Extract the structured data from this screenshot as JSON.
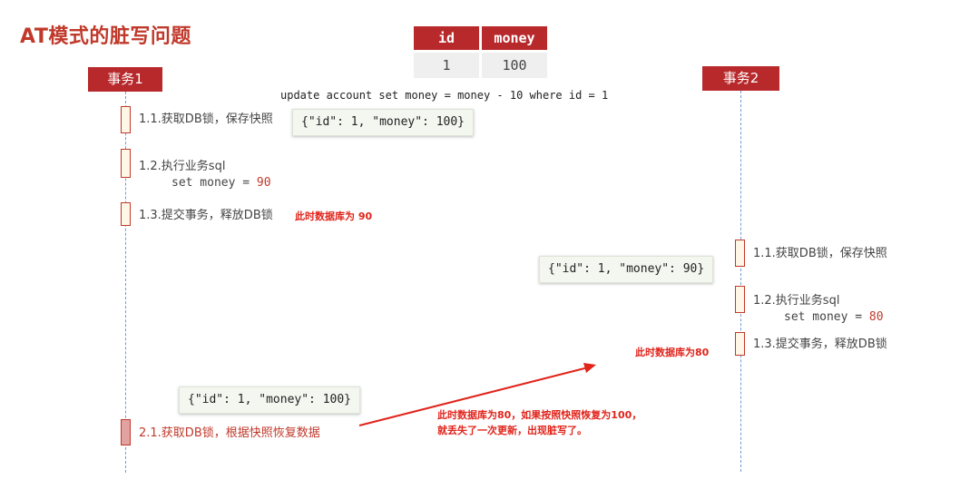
{
  "title": "AT模式的脏写问题",
  "db_table": {
    "headers": [
      "id",
      "money"
    ],
    "row": [
      "1",
      "100"
    ]
  },
  "actors": [
    "事务1",
    "事务2"
  ],
  "sql": "update account set money = money - 10 where id = 1",
  "tx1_steps": {
    "s1": "1.1.获取DB锁，保存快照",
    "s2_line1": "1.2.执行业务sql",
    "s2_line2_prefix": "set money = ",
    "s2_line2_value": "90",
    "s3": "1.3.提交事务，释放DB锁",
    "s4": "2.1.获取DB锁，根据快照恢复数据"
  },
  "tx2_steps": {
    "s1": "1.1.获取DB锁，保存快照",
    "s2_line1": "1.2.执行业务sql",
    "s2_line2_prefix": "set money = ",
    "s2_line2_value": "80",
    "s3": "1.3.提交事务，释放DB锁"
  },
  "snapshots": {
    "snap1": "{\"id\": 1, \"money\": 100}",
    "snap2": "{\"id\": 1, \"money\": 90}",
    "snap3": "{\"id\": 1, \"money\": 100}"
  },
  "notes": {
    "n1": "此时数据库为 90",
    "n2": "此时数据库为80",
    "n3_line1": "此时数据库为80，如果按照快照恢复为100，",
    "n3_line2": "就丢失了一次更新，出现脏写了。"
  },
  "colors": {
    "primary_red": "#b8292c",
    "note_red": "#e0241b",
    "lifeline_blue": "#6f9bd6"
  }
}
